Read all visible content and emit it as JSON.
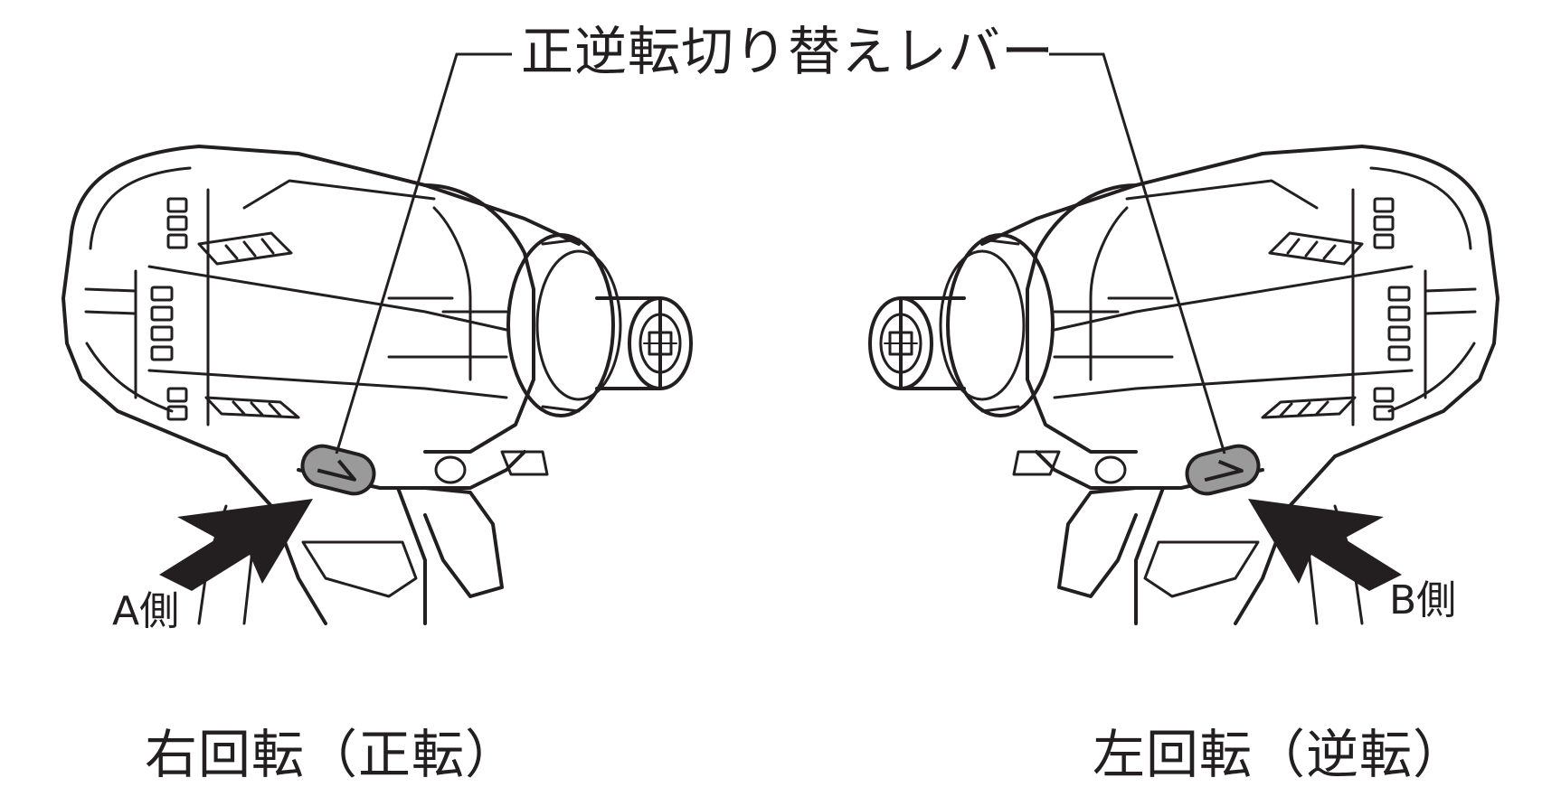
{
  "title": "正逆転切り替えレバー",
  "left": {
    "side_label": "A側",
    "caption": "右回転（正転）"
  },
  "right": {
    "side_label": "B側",
    "caption": "左回転（逆転）"
  },
  "colors": {
    "ink": "#231f20",
    "lever_fill": "#9a9a9a",
    "background": "#ffffff"
  }
}
